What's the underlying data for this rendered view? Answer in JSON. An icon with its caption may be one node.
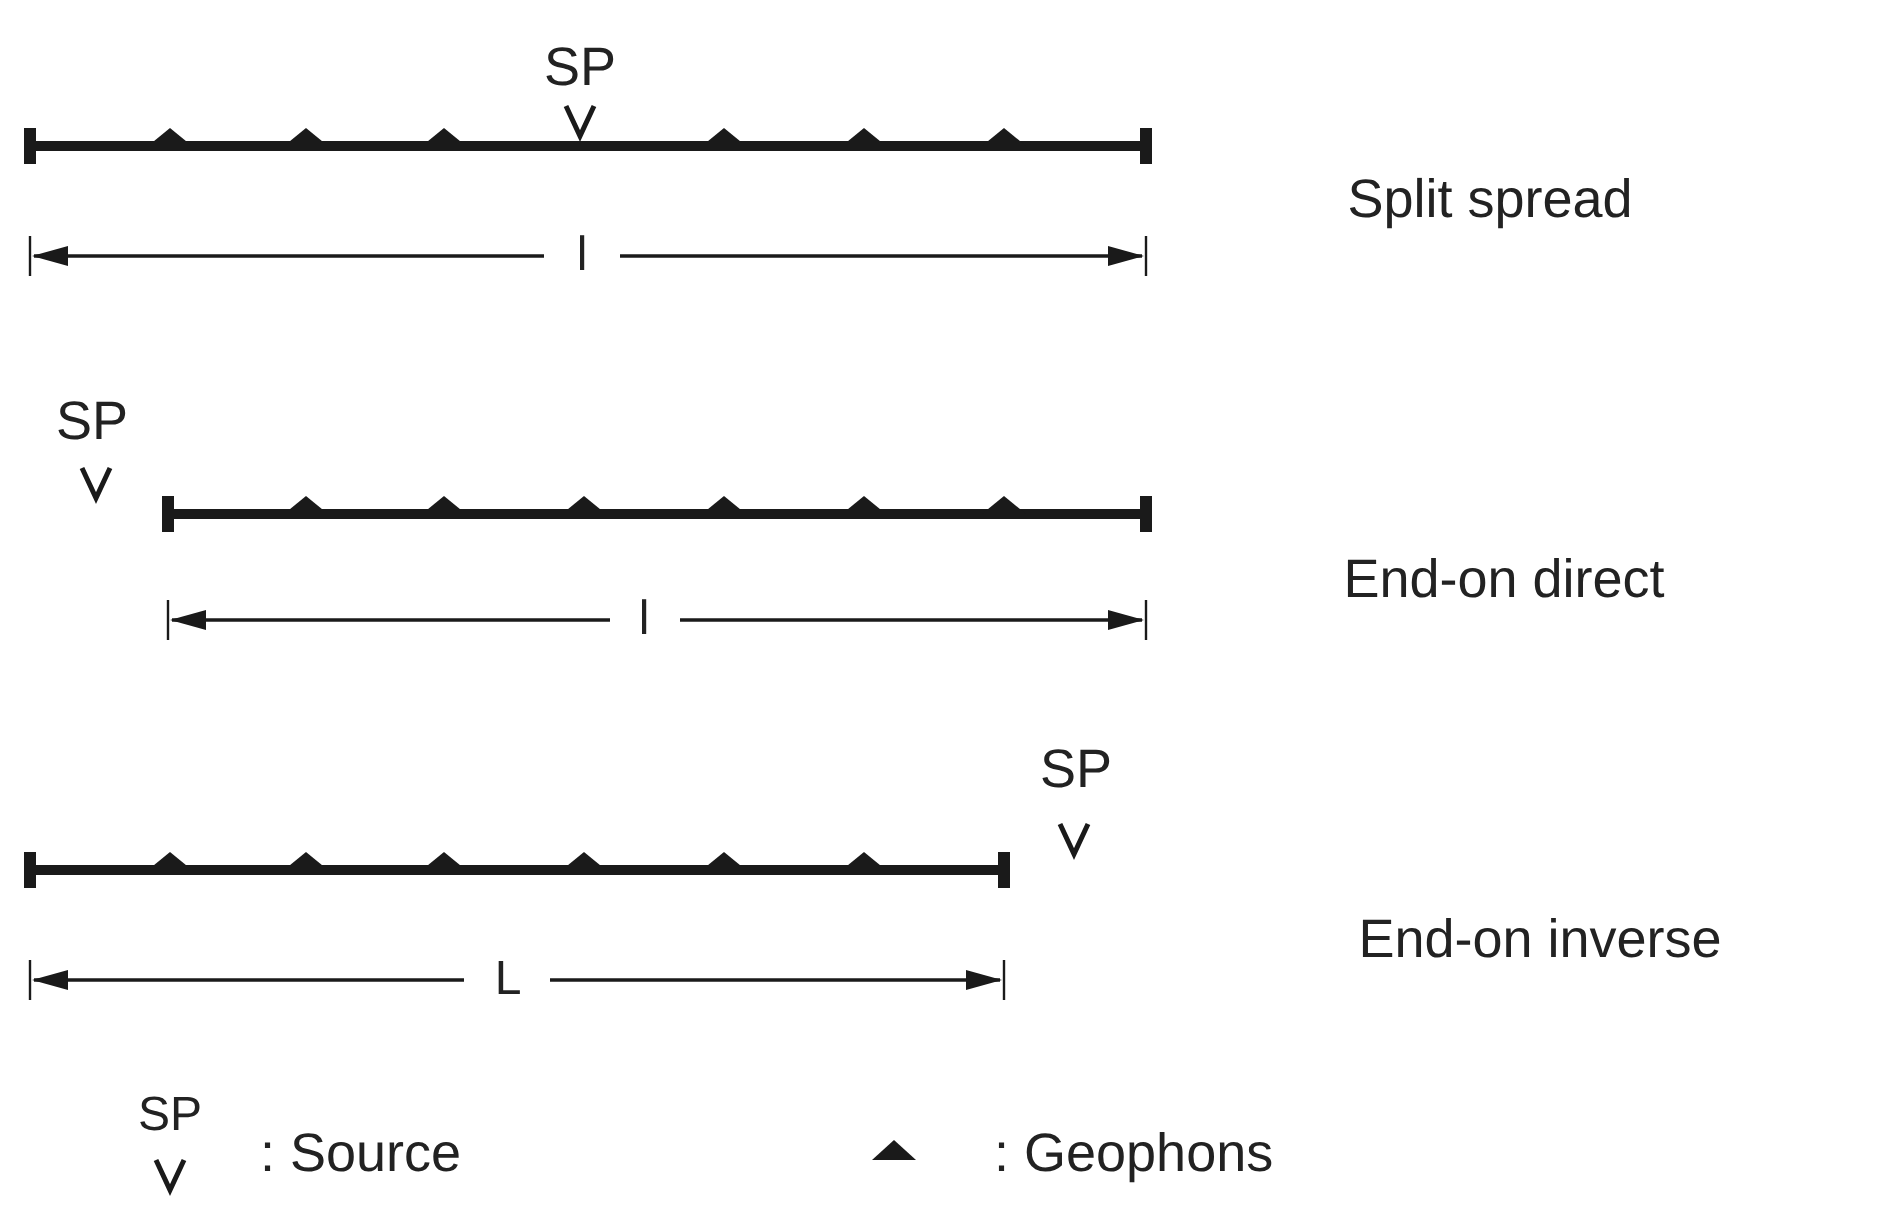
{
  "diagram": {
    "labels": [
      "SP",
      "l",
      "Split spread",
      "SP",
      "l",
      "End-on direct",
      "SP",
      "L",
      "End-on inverse",
      "SP"
    ],
    "legend": [
      {
        "text": ": Source"
      },
      {
        "text": ": Geophons"
      }
    ]
  }
}
